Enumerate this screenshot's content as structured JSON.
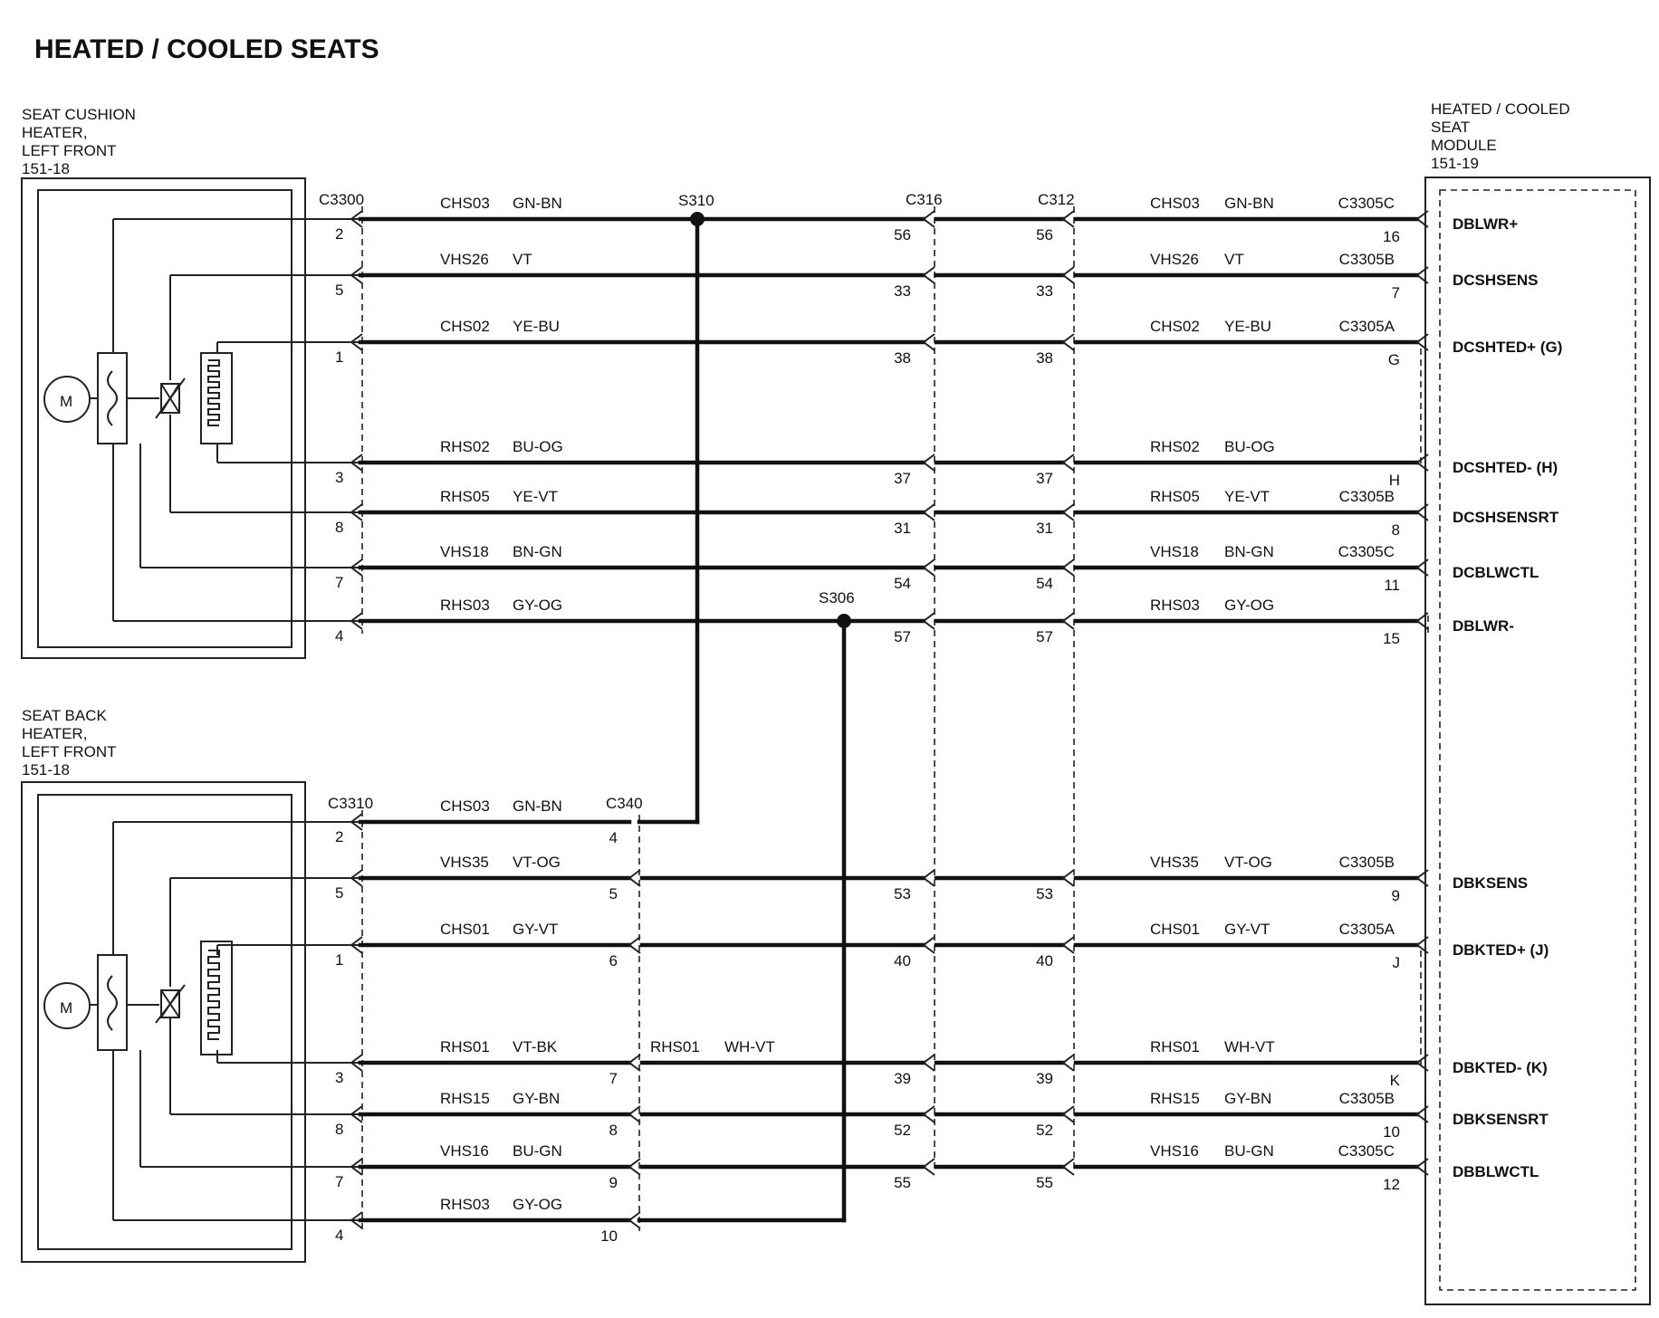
{
  "title": "HEATED / COOLED SEATS",
  "components": {
    "cushion": [
      "SEAT CUSHION",
      "HEATER,",
      "LEFT FRONT",
      "151-18"
    ],
    "back": [
      "SEAT BACK",
      "HEATER,",
      "LEFT FRONT",
      "151-18"
    ],
    "module": [
      "HEATED / COOLED",
      "SEAT",
      "MODULE",
      "151-19"
    ],
    "motor_symbol": "M"
  },
  "connectors": {
    "c3300": "C3300",
    "c3310": "C3310",
    "c340": "C340",
    "c316": "C316",
    "c312": "C312"
  },
  "splices": {
    "s310": "S310",
    "s306": "S306"
  },
  "cushion_circuits": [
    {
      "ckt": "CHS03",
      "color": "GN-BN",
      "pin_seat": "2",
      "pin_c316": "56",
      "pin_c312": "56",
      "ckt_r": "CHS03",
      "color_r": "GN-BN",
      "module_conn": "C3305C",
      "module_pin": "16",
      "signal": "DBLWR+"
    },
    {
      "ckt": "VHS26",
      "color": "VT",
      "pin_seat": "5",
      "pin_c316": "33",
      "pin_c312": "33",
      "ckt_r": "VHS26",
      "color_r": "VT",
      "module_conn": "C3305B",
      "module_pin": "7",
      "signal": "DCSHSENS"
    },
    {
      "ckt": "CHS02",
      "color": "YE-BU",
      "pin_seat": "1",
      "pin_c316": "38",
      "pin_c312": "38",
      "ckt_r": "CHS02",
      "color_r": "YE-BU",
      "module_conn": "C3305A",
      "module_pin": "G",
      "signal": "DCSHTED+ (G)"
    },
    {
      "ckt": "RHS02",
      "color": "BU-OG",
      "pin_seat": "3",
      "pin_c316": "37",
      "pin_c312": "37",
      "ckt_r": "RHS02",
      "color_r": "BU-OG",
      "module_conn": "",
      "module_pin": "H",
      "signal": "DCSHTED- (H)"
    },
    {
      "ckt": "RHS05",
      "color": "YE-VT",
      "pin_seat": "8",
      "pin_c316": "31",
      "pin_c312": "31",
      "ckt_r": "RHS05",
      "color_r": "YE-VT",
      "module_conn": "C3305B",
      "module_pin": "8",
      "signal": "DCSHSENSRT"
    },
    {
      "ckt": "VHS18",
      "color": "BN-GN",
      "pin_seat": "7",
      "pin_c316": "54",
      "pin_c312": "54",
      "ckt_r": "VHS18",
      "color_r": "BN-GN",
      "module_conn": "C3305C",
      "module_pin": "11",
      "signal": "DCBLWCTL"
    },
    {
      "ckt": "RHS03",
      "color": "GY-OG",
      "pin_seat": "4",
      "pin_c316": "57",
      "pin_c312": "57",
      "ckt_r": "RHS03",
      "color_r": "GY-OG",
      "module_conn": "",
      "module_pin": "15",
      "signal": "DBLWR-"
    }
  ],
  "back_circuits": [
    {
      "ckt": "CHS03",
      "color": "GN-BN",
      "pin_seat": "2",
      "pin_c340": "4",
      "ckt_mid": "",
      "color_mid": "",
      "pin_c316": "",
      "pin_c312": "",
      "ckt_r": "",
      "color_r": "",
      "module_conn": "",
      "module_pin": "",
      "signal": ""
    },
    {
      "ckt": "VHS35",
      "color": "VT-OG",
      "pin_seat": "5",
      "pin_c340": "5",
      "ckt_mid": "",
      "color_mid": "",
      "pin_c316": "53",
      "pin_c312": "53",
      "ckt_r": "VHS35",
      "color_r": "VT-OG",
      "module_conn": "C3305B",
      "module_pin": "9",
      "signal": "DBKSENS"
    },
    {
      "ckt": "CHS01",
      "color": "GY-VT",
      "pin_seat": "1",
      "pin_c340": "6",
      "ckt_mid": "",
      "color_mid": "",
      "pin_c316": "40",
      "pin_c312": "40",
      "ckt_r": "CHS01",
      "color_r": "GY-VT",
      "module_conn": "C3305A",
      "module_pin": "J",
      "signal": "DBKTED+ (J)"
    },
    {
      "ckt": "RHS01",
      "color": "VT-BK",
      "pin_seat": "3",
      "pin_c340": "7",
      "ckt_mid": "RHS01",
      "color_mid": "WH-VT",
      "pin_c316": "39",
      "pin_c312": "39",
      "ckt_r": "RHS01",
      "color_r": "WH-VT",
      "module_conn": "",
      "module_pin": "K",
      "signal": "DBKTED- (K)"
    },
    {
      "ckt": "RHS15",
      "color": "GY-BN",
      "pin_seat": "8",
      "pin_c340": "8",
      "ckt_mid": "",
      "color_mid": "",
      "pin_c316": "52",
      "pin_c312": "52",
      "ckt_r": "RHS15",
      "color_r": "GY-BN",
      "module_conn": "C3305B",
      "module_pin": "10",
      "signal": "DBKSENSRT"
    },
    {
      "ckt": "VHS16",
      "color": "BU-GN",
      "pin_seat": "7",
      "pin_c340": "9",
      "ckt_mid": "",
      "color_mid": "",
      "pin_c316": "55",
      "pin_c312": "55",
      "ckt_r": "VHS16",
      "color_r": "BU-GN",
      "module_conn": "C3305C",
      "module_pin": "12",
      "signal": "DBBLWCTL"
    },
    {
      "ckt": "RHS03",
      "color": "GY-OG",
      "pin_seat": "4",
      "pin_c340": "10",
      "ckt_mid": "",
      "color_mid": "",
      "pin_c316": "",
      "pin_c312": "",
      "ckt_r": "",
      "color_r": "",
      "module_conn": "",
      "module_pin": "",
      "signal": ""
    }
  ]
}
